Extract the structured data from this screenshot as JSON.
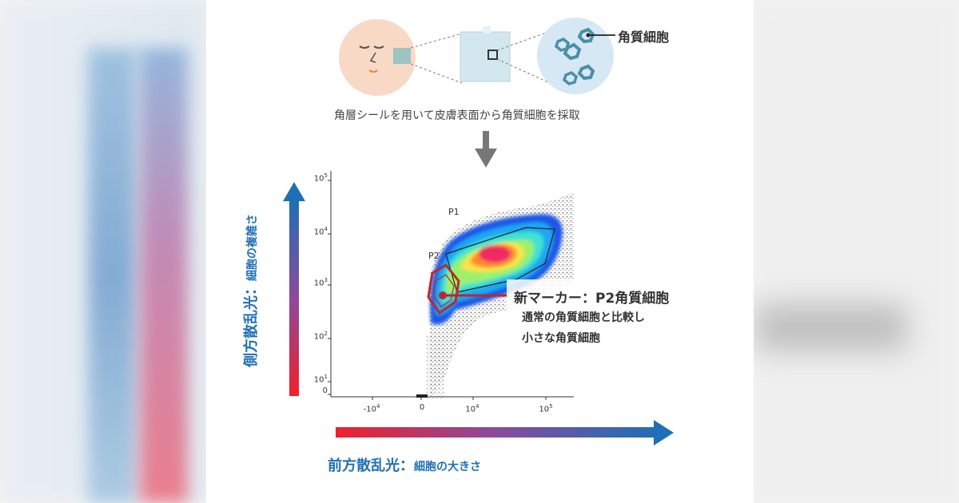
{
  "illustration": {
    "cell_label": "角質細胞",
    "caption": "角層シールを用いて皮膚表面から角質細胞を採取"
  },
  "marker": {
    "title": "新マーカー：P2角質細胞",
    "line1": "通常の角質細胞と比較し",
    "line2": "小さな角質細胞"
  },
  "axes": {
    "x_title": "前方散乱光：",
    "x_sub": "細胞の大きさ",
    "y_title": "側方散乱光：",
    "y_sub": "細胞の複雑さ"
  },
  "chart_data": {
    "type": "scatter",
    "title": "",
    "x_ticks": [
      {
        "base": "-10",
        "exp": "4"
      },
      {
        "base": "0",
        "exp": ""
      },
      {
        "base": "10",
        "exp": "4"
      },
      {
        "base": "10",
        "exp": "5"
      }
    ],
    "y_ticks": [
      {
        "base": "10",
        "exp": "5"
      },
      {
        "base": "10",
        "exp": "4"
      },
      {
        "base": "10",
        "exp": "3"
      },
      {
        "base": "10",
        "exp": "2"
      },
      {
        "base": "10",
        "exp": "1"
      },
      {
        "base": "0",
        "exp": ""
      }
    ],
    "gates": [
      "P1",
      "P2"
    ],
    "colors": {
      "gate_outline": "#c0262d",
      "axis_arrow_blue": "#1f6fb6",
      "axis_arrow_red": "#f0202a"
    }
  }
}
